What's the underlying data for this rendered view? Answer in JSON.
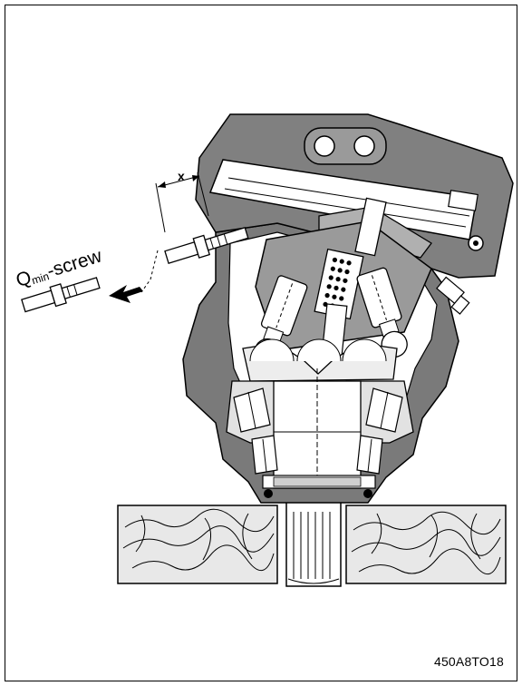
{
  "figure": {
    "code": "450A8TO18",
    "screw_label": {
      "main": "Q",
      "sub": "min",
      "suffix": "-screw"
    },
    "dimension_label": "x"
  },
  "colors": {
    "housing": "#7a7a7a",
    "housing_light": "#bdbdbd",
    "parts": "#ffffff",
    "outline": "#000000",
    "wood": "#ececec"
  }
}
